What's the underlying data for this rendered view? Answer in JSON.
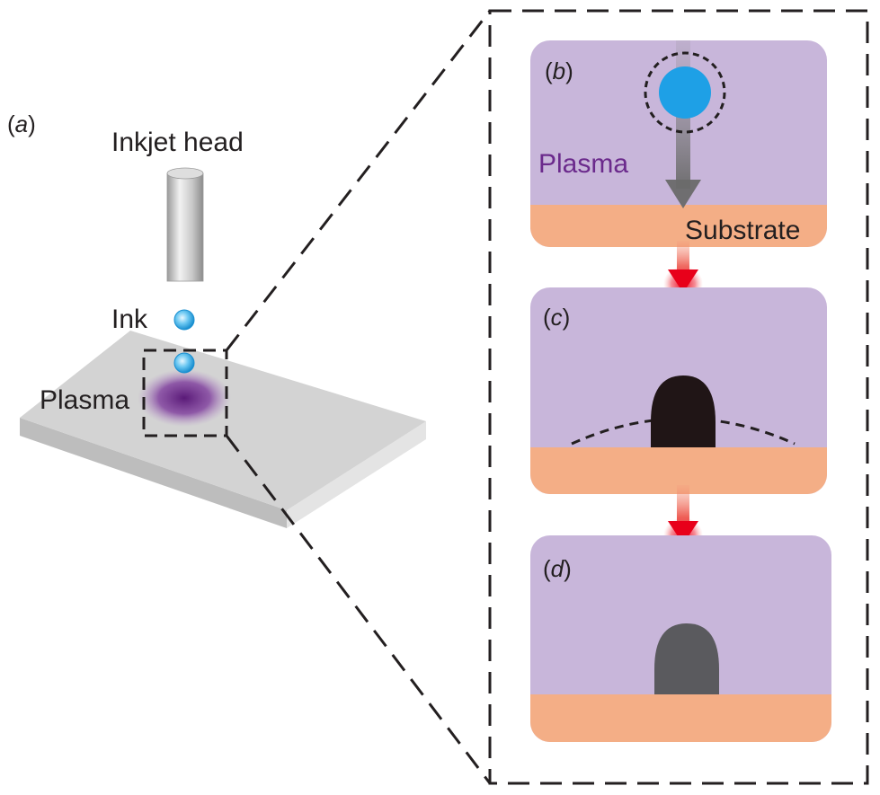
{
  "panel_a": {
    "label_open": "(",
    "label_letter": "a",
    "label_close": ")",
    "inkjet_head": "Inkjet head",
    "ink": "Ink",
    "plasma": "Plasma"
  },
  "panel_b": {
    "label_open": "(",
    "label_letter": "b",
    "label_close": ")",
    "plasma": "Plasma",
    "substrate": "Substrate"
  },
  "panel_c": {
    "label_open": "(",
    "label_letter": "c",
    "label_close": ")"
  },
  "panel_d": {
    "label_open": "(",
    "label_letter": "d",
    "label_close": ")"
  },
  "colors": {
    "plasma_fill": "#c8b6da",
    "substrate_fill": "#f4ae86",
    "plasma_text": "#6b2a8c",
    "ink_drop": "#1ea0e6",
    "glow_red": "#e8201c",
    "deposit_dark": "#201516",
    "deposit_gray": "#5a5a5e"
  }
}
